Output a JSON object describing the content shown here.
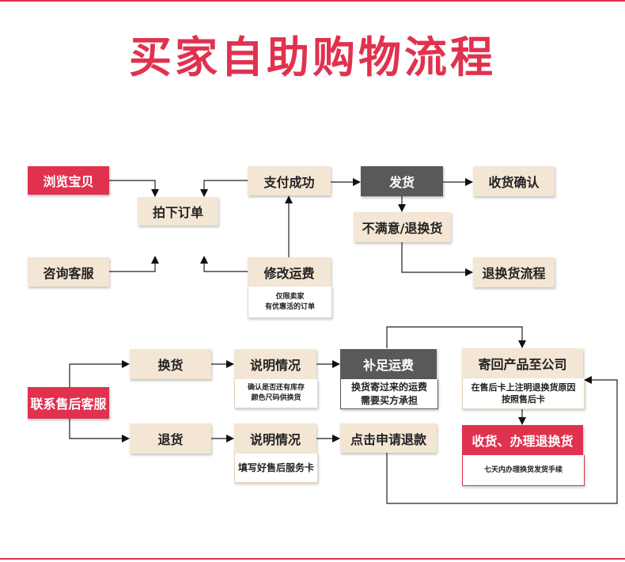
{
  "title": "买家自助购物流程",
  "top": {
    "browse": "浏览宝贝",
    "consult": "咨询客服",
    "order": "拍下订单",
    "pay": "支付成功",
    "ship": "发货",
    "confirm": "收货确认",
    "unhappy": "不满意/退换货",
    "return_flow": "退换货流程",
    "modify_fee": "修改运费",
    "modify_note": [
      "仅限卖家",
      "有优惠活的订单"
    ]
  },
  "bottom": {
    "contact": "联系售后客服",
    "exchange": "换货",
    "refund": "退货",
    "explain1": "说明情况",
    "explain1_note": [
      "确认是否还有库存",
      "颜色尺码供换货"
    ],
    "explain2": "说明情况",
    "explain2_note": "填写好售后服务卡",
    "add_fee": "补足运费",
    "add_fee_note": [
      "换货寄过来的运费",
      "需要买方承担"
    ],
    "apply_refund": "点击申请退款",
    "send_back": "寄回产品至公司",
    "send_back_note": [
      "在售后卡上注明退换货原因",
      "按照售后卡"
    ],
    "process": "收货、办理退换货",
    "process_note": "七天内办理换货发货手续"
  },
  "colors": {
    "accent": "#e0324f",
    "box": "#f4e6d4",
    "dark": "#5a5858"
  }
}
